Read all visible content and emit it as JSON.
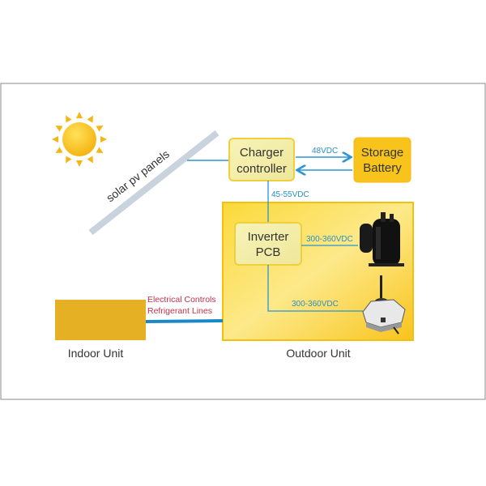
{
  "labels": {
    "solar_panels": "solar pv panels",
    "charger_line1": "Charger",
    "charger_line2": "controller",
    "battery_line1": "Storage",
    "battery_line2": "Battery",
    "voltage_battery": "48VDC",
    "voltage_charger_out": "45-55VDC",
    "inverter_line1": "Inverter",
    "inverter_line2": "PCB",
    "voltage_compressor": "300-360VDC",
    "voltage_fan": "300-360VDC",
    "connection_line1": "Electrical Controls",
    "connection_line2": "Refrigerant Lines",
    "indoor_unit": "Indoor Unit",
    "outdoor_unit": "Outdoor Unit"
  },
  "colors": {
    "wire": "#2a95d0",
    "accent_text": "#2a8fc8",
    "red_text": "#c3304d",
    "battery": "#f8c41c",
    "indoor": "#e6b025"
  }
}
